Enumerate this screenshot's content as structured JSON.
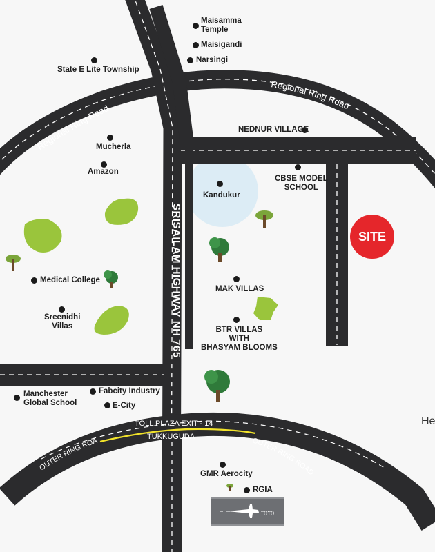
{
  "roads": {
    "regional_ring_left": "Regional Ring Road",
    "regional_ring_right": "Regional Ring Road",
    "highway": "SRISAILAM HIGHWAY NH 765",
    "outer_ring_left": "OUTER RING ROAD",
    "outer_ring_right": "OUTER RING ROAD",
    "toll_plaza": "TOLL PLAZA EXIT - 14",
    "tukkuguda": "TUKKUGUDA"
  },
  "places": {
    "maisamma_temple_1": "Maisamma",
    "maisamma_temple_2": "Temple",
    "maisigandi": "Maisigandi",
    "narsingi": "Narsingi",
    "state_elite": "State E Lite Township",
    "nednur": "NEDNUR VILLAGE",
    "mucherla": "Mucherla",
    "amazon": "Amazon",
    "kandukur": "Kandukur",
    "cbse_1": "CBSE MODEL",
    "cbse_2": "SCHOOL",
    "medical_college": "Medical College",
    "sreenidhi_1": "Sreenidhi",
    "sreenidhi_2": "Villas",
    "mak_villas": "MAK VILLAS",
    "btr_1": "BTR VILLAS",
    "btr_2": "WITH",
    "btr_3": "BHASYAM BLOOMS",
    "manchester_1": "Manchester",
    "manchester_2": "Global School",
    "fabcity": "Fabcity Industry",
    "ecity": "E-City",
    "gmr": "GMR Aerocity",
    "rgia": "RGIA",
    "runway_number": "010"
  },
  "site_label": "SITE",
  "edge_text": "He",
  "colors": {
    "road": "#2b2b2d",
    "road_dash": "#ffffff",
    "highlight": "#f2e32a",
    "site": "#e5262b",
    "park": "#9ac53c",
    "circle": "#dcecf5",
    "background": "#f7f7f7"
  }
}
